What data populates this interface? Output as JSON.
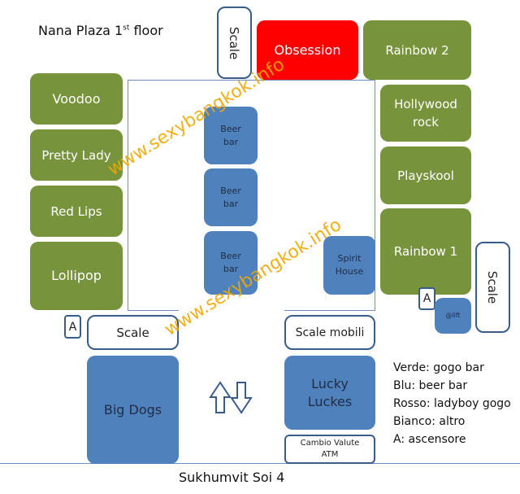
{
  "title": {
    "main": "Nana Plaza 1",
    "sup": "st",
    "rest": " floor"
  },
  "street": "Sukhumvit Soi 4",
  "watermark": "www.sexybangkok.info",
  "colors": {
    "gogo_bar": "#77933c",
    "beer_bar": "#4f81bd",
    "ladyboy_gogo": "#ff0000",
    "other": "#ffffff",
    "border": "#385d8a",
    "watermark": "#f0a800"
  },
  "venues": {
    "obsession": "Obsession",
    "rainbow2": "Rainbow 2",
    "voodoo": "Voodoo",
    "pretty_lady": "Pretty Lady",
    "red_lips": "Red Lips",
    "lollipop": "Lollipop",
    "hollywood": "Hollywood rock",
    "playskool": "Playskool",
    "rainbow1": "Rainbow 1",
    "beer_bar": "Beer bar",
    "spirit_house": "Spirit House",
    "big_dogs": "Big Dogs",
    "lucky_luckes": "Lucky Luckes",
    "lift": "@lift"
  },
  "facilities": {
    "scale": "Scale",
    "scale_mobili": "Scale mobili",
    "elevator": "A",
    "cambio": "Cambio Valute",
    "atm": "ATM"
  },
  "legend": [
    "Verde: gogo bar",
    "Blu: beer bar",
    "Rosso: ladyboy gogo",
    "Bianco: altro",
    "A: ascensore"
  ],
  "icons": {
    "entrance": "up-down-arrows-icon"
  }
}
